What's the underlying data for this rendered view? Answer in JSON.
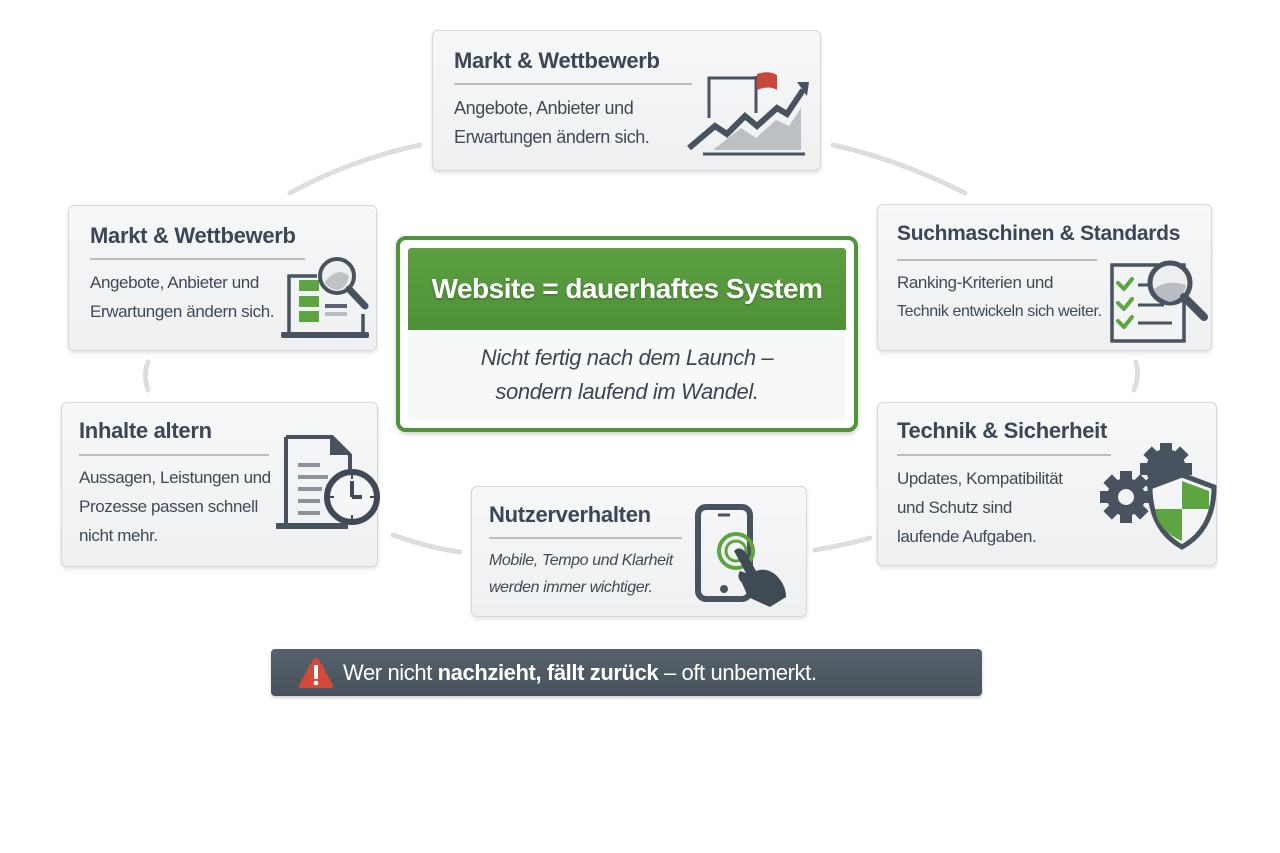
{
  "center": {
    "title": "Website = dauerhaftes System",
    "line1": "Nicht fertig nach dem Launch –",
    "line2": "sondern laufend im Wandel."
  },
  "cards": [
    {
      "id": "top",
      "title": "Markt & Wettbewerb",
      "lines": [
        "Angebote, Anbieter und",
        "Erwartungen ändern sich."
      ],
      "icon": "trend-chart-flag-icon"
    },
    {
      "id": "left-upper",
      "title": "Markt & Wettbewerb",
      "lines": [
        "Angebote, Anbieter und",
        "Erwartungen ändern sich."
      ],
      "icon": "laptop-magnifier-icon"
    },
    {
      "id": "right-upper",
      "title": "Suchmaschinen & Standards",
      "lines": [
        "Ranking-Kriterien und",
        "Technik entwickeln sich weiter."
      ],
      "icon": "checklist-magnifier-icon"
    },
    {
      "id": "left-lower",
      "title": "Inhalte altern",
      "lines": [
        "Aussagen, Leistungen und",
        "Prozesse passen schnell",
        "nicht mehr."
      ],
      "icon": "document-clock-icon"
    },
    {
      "id": "bottom",
      "title": "Nutzerverhalten",
      "lines": [
        "Mobile, Tempo und Klarheit",
        "werden immer wichtiger."
      ],
      "icon": "smartphone-tap-icon"
    },
    {
      "id": "right-lower",
      "title": "Technik & Sicherheit",
      "lines": [
        "Updates, Kompatibilität",
        "und Schutz sind",
        "laufende Aufgaben."
      ],
      "icon": "gears-shield-icon"
    }
  ],
  "banner": {
    "icon": "warning-icon",
    "text_pre": "Wer nicht ",
    "text_bold": "nachzieht, fällt zurück",
    "text_post": " – oft unbemerkt."
  },
  "colors": {
    "accent_green": "#4f9438",
    "text_dark": "#3b4754",
    "banner_bg": "#4d5862",
    "warning_red": "#d14a3a",
    "flag_red": "#c8473a"
  }
}
